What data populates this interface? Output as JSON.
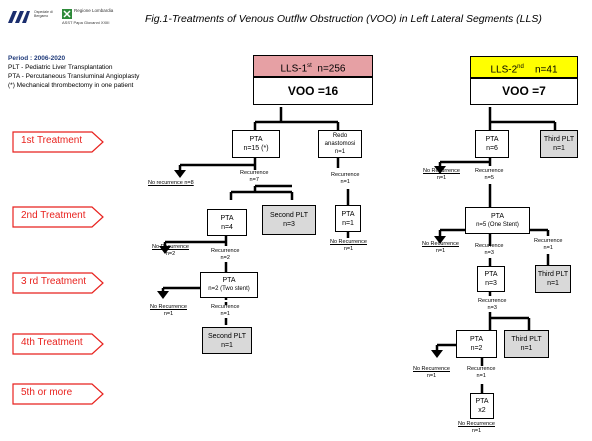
{
  "header": {
    "logo_line1": "Ospedale di Bergamo",
    "logo_line2": "Regione Lombardia",
    "logo_line3": "ASST Papa Giovanni XXIII",
    "title": "Fig.1-Treatments of Venous Outflw Obstruction (VOO) in Left Lateral Segments (LLS)"
  },
  "legend": {
    "period": "Period : 2006-2020",
    "plt": "PLT  - Pediatric Liver Transplantation",
    "pta": "PTA - Percutaneous Transluminal Angioplasty",
    "note": "(*)  Mechanical thrombectomy in one patient"
  },
  "stages": [
    "1st Treatment",
    "2nd Treatment",
    "3 rd Treatment",
    "4th Treatment",
    "5th or more"
  ],
  "lls1": {
    "label_prefix": "LLS-1",
    "label_sup": "st",
    "label_n": "n=256",
    "voo": "VOO =16",
    "pta1": "PTA",
    "pta1_n": "n=15 (*)",
    "redo": "Redo anastomosi",
    "redo_n": "n=1",
    "norec1": "No recurrence n=8",
    "rec1": "Recurrence",
    "rec1_n": "n=7",
    "rec_redo": "Recurrence",
    "rec_redo_n": "n=1",
    "pta2": "PTA",
    "pta2_n": "n=4",
    "second_plt": "Second PLT",
    "second_plt_n": "n=3",
    "pta_redo": "PTA",
    "pta_redo_n": "n=1",
    "norec_redo": "No Recurrence",
    "norec_redo_n": "n=1",
    "norec2": "No Recurrence",
    "norec2_n": "n=2",
    "rec2": "Recurrence",
    "rec2_n": "n=2",
    "pta3": "PTA",
    "pta3_n": "n=2 (Two stent)",
    "norec3": "No Recurrence",
    "norec3_n": "n=1",
    "rec3": "Recurrence",
    "rec3_n": "n=1",
    "second_plt2": "Second PLT",
    "second_plt2_n": "n=1"
  },
  "lls2": {
    "label_prefix": "LLS-2",
    "label_sup": "nd",
    "label_n": "n=41",
    "voo": "VOO =7",
    "pta1": "PTA",
    "pta1_n": "n=6",
    "third_plt1": "Third PLT",
    "third_plt1_n": "n=1",
    "norec1": "No Recurrence",
    "norec1_n": "n=1",
    "rec1": "Recurrence",
    "rec1_n": "n=5",
    "pta2": "PTA",
    "pta2_n": "n=5 (One Stent)",
    "norec2": "No Recurrence",
    "norec2_n": "n=1",
    "rec2a": "Recurrence",
    "rec2a_n": "n=3",
    "rec2b": "Recurrence",
    "rec2b_n": "n=1",
    "pta3": "PTA",
    "pta3_n": "n=3",
    "third_plt2": "Third PLT",
    "third_plt2_n": "n=1",
    "rec3": "Recurrence",
    "rec3_n": "n=3",
    "pta4": "PTA",
    "pta4_n": "n=2",
    "third_plt3": "Third PLT",
    "third_plt3_n": "n=1",
    "norec4": "No Recurrence",
    "norec4_n": "n=1",
    "rec4": "Recurrence",
    "rec4_n": "n=1",
    "pta5": "PTA",
    "pta5_n": "x2",
    "norec5": "No Recurrence",
    "norec5_n": "n=1"
  },
  "colors": {
    "stage_arrow": "#e8221e",
    "lls1_header": "#e6a0a4",
    "lls2_header": "#ffff00",
    "plt_box": "#d9d9d9"
  }
}
